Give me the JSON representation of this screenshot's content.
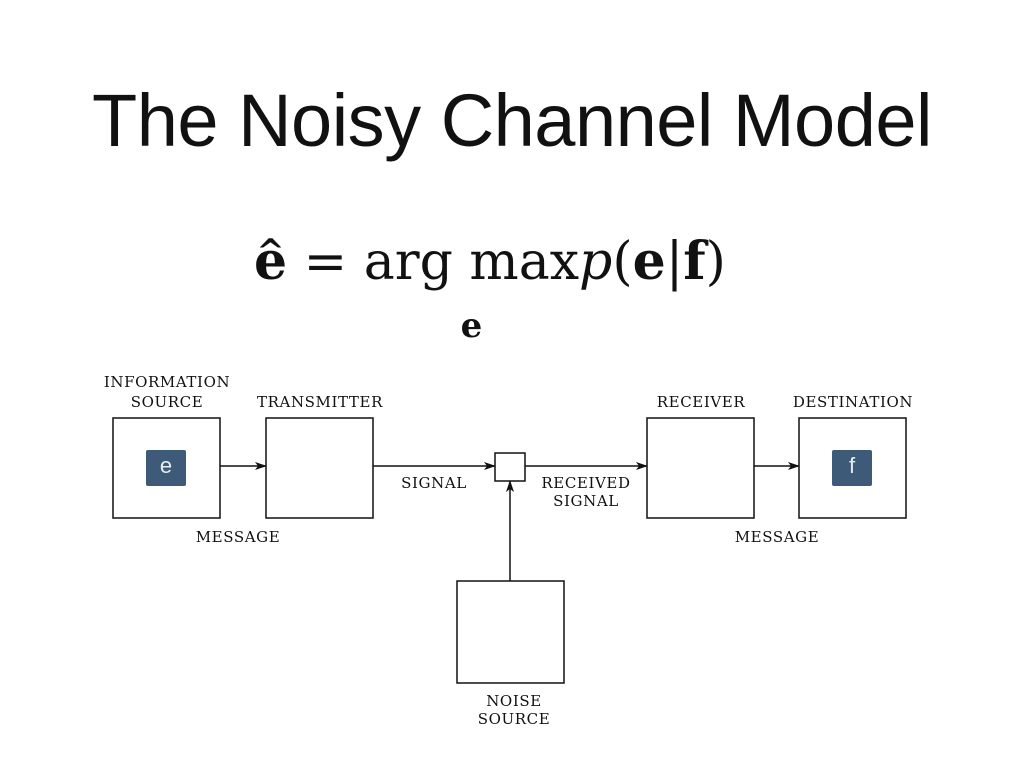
{
  "slide": {
    "title": "The Noisy Channel Model"
  },
  "formula": {
    "lhs": "e",
    "hat": "^",
    "equals": "=",
    "operator": "arg max",
    "operator_subscript": "e",
    "func": "p",
    "open": "(",
    "arg1": "e",
    "bar": "|",
    "arg2": "f",
    "close": ")"
  },
  "diagram": {
    "info_source_line1": "INFORMATION",
    "info_source_line2": "SOURCE",
    "transmitter": "TRANSMITTER",
    "receiver": "RECEIVER",
    "destination": "DESTINATION",
    "signal": "SIGNAL",
    "received_line1": "RECEIVED",
    "received_line2": "SIGNAL",
    "message_left": "MESSAGE",
    "message_right": "MESSAGE",
    "noise_line1": "NOISE",
    "noise_line2": "SOURCE",
    "chip_source": "e",
    "chip_destination": "f",
    "chip_color": "#3d5a78"
  }
}
